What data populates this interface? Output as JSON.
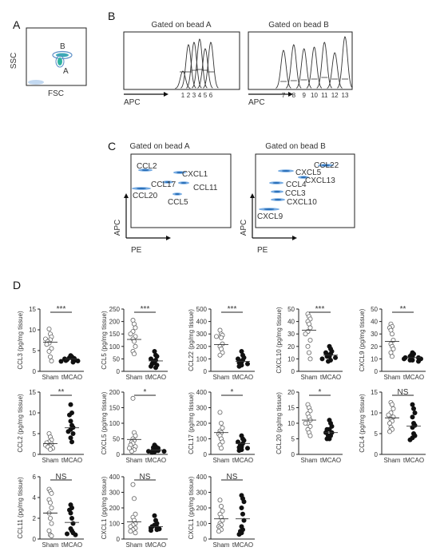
{
  "panels": {
    "A": {
      "label": "A",
      "ylabel": "SSC",
      "xlabel": "FSC",
      "bead_b": "B",
      "bead_a": "A"
    },
    "B": {
      "label": "B",
      "left_title": "Gated on bead A",
      "right_title": "Gated on bead B",
      "xlabel": "APC",
      "left_peaks": [
        "1",
        "2",
        "3",
        "4",
        "5",
        "6"
      ],
      "right_peaks": [
        "7",
        "8",
        "9",
        "10",
        "11",
        "12",
        "13"
      ]
    },
    "C": {
      "label": "C",
      "left_title": "Gated on bead A",
      "right_title": "Gated on bead B",
      "ylabel": "APC",
      "xlabel": "PE",
      "left_clusters": [
        "CCL2",
        "CXCL1",
        "CCL17",
        "CCL11",
        "CCL20",
        "CCL5"
      ],
      "right_clusters": [
        "CCL22",
        "CXCL5",
        "CXCL13",
        "CCL4",
        "CCL3",
        "CXCL10",
        "CXCL9"
      ]
    },
    "D": {
      "label": "D",
      "groups": [
        "Sham",
        "tMCAO"
      ]
    }
  },
  "chart_data": [
    {
      "type": "scatter",
      "ylabel": "CCL3 (pg/mg tissue)",
      "yticks": [
        0,
        5,
        10,
        15
      ],
      "ylim": [
        0,
        15
      ],
      "sig": "***",
      "sham": [
        10.2,
        9.0,
        8.3,
        7.8,
        7.6,
        7.2,
        6.8,
        6.5,
        5.5,
        4.8,
        3.5,
        2.5
      ],
      "tmcao": [
        3.8,
        3.5,
        3.3,
        3.1,
        3.0,
        2.9,
        2.8,
        2.7,
        2.6,
        2.5,
        2.4,
        2.2
      ],
      "median": [
        7.0,
        3.0
      ]
    },
    {
      "type": "scatter",
      "ylabel": "CCL5 (pg/mg tissue)",
      "yticks": [
        0,
        50,
        100,
        150,
        200,
        250
      ],
      "ylim": [
        0,
        250
      ],
      "sig": "***",
      "sham": [
        205,
        190,
        175,
        160,
        150,
        140,
        130,
        120,
        100,
        80,
        70
      ],
      "tmcao": [
        80,
        65,
        60,
        50,
        45,
        40,
        35,
        30,
        25,
        20,
        15
      ],
      "median": [
        128,
        42
      ]
    },
    {
      "type": "scatter",
      "ylabel": "CCL22 (pg/mg tissue)",
      "yticks": [
        0,
        100,
        200,
        300,
        400,
        500
      ],
      "ylim": [
        0,
        500
      ],
      "sig": "***",
      "sham": [
        330,
        300,
        290,
        280,
        270,
        220,
        200,
        180,
        150,
        130
      ],
      "tmcao": [
        160,
        130,
        110,
        100,
        90,
        80,
        75,
        70,
        60,
        50,
        40
      ],
      "median": [
        215,
        80
      ]
    },
    {
      "type": "scatter",
      "ylabel": "CXCL10 (pg/mg tissue)",
      "yticks": [
        0,
        10,
        20,
        30,
        40,
        50
      ],
      "ylim": [
        0,
        50
      ],
      "sig": "***",
      "sham": [
        46,
        44,
        42,
        40,
        38,
        35,
        32,
        30,
        25,
        20,
        15,
        10
      ],
      "tmcao": [
        20,
        18,
        16,
        15,
        14,
        13,
        12,
        12,
        11,
        10,
        9,
        8
      ],
      "median": [
        33,
        13
      ]
    },
    {
      "type": "scatter",
      "ylabel": "CXCL9 (pg/mg tissue)",
      "yticks": [
        0,
        10,
        20,
        30,
        40,
        50
      ],
      "ylim": [
        0,
        50
      ],
      "sig": "**",
      "sham": [
        38,
        36,
        35,
        33,
        30,
        25,
        22,
        20,
        18,
        15,
        12
      ],
      "tmcao": [
        15,
        14,
        13,
        12,
        12,
        11,
        11,
        10,
        10,
        9,
        9,
        8
      ],
      "median": [
        24,
        11
      ]
    },
    {
      "type": "scatter",
      "ylabel": "CCL2 (pg/mg tissue)",
      "yticks": [
        0,
        5,
        10,
        15
      ],
      "ylim": [
        0,
        15
      ],
      "sig": "**",
      "sham": [
        5.0,
        4.2,
        3.5,
        3.0,
        2.8,
        2.5,
        2.2,
        2.0,
        1.8,
        1.5,
        1.2
      ],
      "tmcao": [
        12.0,
        10.0,
        9.5,
        8.0,
        7.0,
        6.5,
        6.0,
        5.5,
        5.0,
        4.0,
        3.0
      ],
      "median": [
        2.6,
        6.4
      ]
    },
    {
      "type": "scatter",
      "ylabel": "CXCL5 (pg/mg tissue)",
      "yticks": [
        0,
        50,
        100,
        150,
        200
      ],
      "ylim": [
        0,
        200
      ],
      "sig": "*",
      "sham": [
        180,
        70,
        60,
        50,
        45,
        40,
        35,
        30,
        25,
        20,
        15,
        10
      ],
      "tmcao": [
        30,
        25,
        22,
        20,
        18,
        15,
        12,
        10,
        10,
        8,
        6
      ],
      "median": [
        48,
        14
      ]
    },
    {
      "type": "scatter",
      "ylabel": "CCL17 (pg/mg tissue)",
      "yticks": [
        0,
        100,
        200,
        300,
        400
      ],
      "ylim": [
        0,
        400
      ],
      "sig": "*",
      "sham": [
        270,
        200,
        170,
        150,
        140,
        130,
        120,
        100,
        80,
        60,
        40
      ],
      "tmcao": [
        120,
        100,
        90,
        80,
        70,
        60,
        50,
        45,
        40,
        30,
        25
      ],
      "median": [
        140,
        70
      ]
    },
    {
      "type": "scatter",
      "ylabel": "CCL20 (pg/mg tissue)",
      "yticks": [
        0,
        5,
        10,
        15,
        20
      ],
      "ylim": [
        0,
        20
      ],
      "sig": "*",
      "sham": [
        16,
        15,
        14,
        13,
        12,
        11,
        10,
        10,
        9,
        8,
        7,
        6
      ],
      "tmcao": [
        11,
        10,
        9,
        8,
        8,
        7,
        7,
        6,
        6,
        5,
        5
      ],
      "median": [
        11,
        7
      ]
    },
    {
      "type": "scatter",
      "ylabel": "CCL4 (pg/mg tissue)",
      "yticks": [
        0,
        5,
        10,
        15
      ],
      "ylim": [
        0,
        15
      ],
      "sig": "NS",
      "sham": [
        12.5,
        12.0,
        11.0,
        10.0,
        9.5,
        9.0,
        8.5,
        8.0,
        7.5,
        6.5,
        6.0,
        5.5
      ],
      "tmcao": [
        12.0,
        11.0,
        10.0,
        9.0,
        7.5,
        7.0,
        6.5,
        5.0,
        4.5,
        4.0,
        3.5
      ],
      "median": [
        8.8,
        6.8
      ]
    },
    {
      "type": "scatter",
      "ylabel": "CCL11 (pg/mg tissue)",
      "yticks": [
        0,
        2,
        4,
        6
      ],
      "ylim": [
        0,
        6
      ],
      "sig": "NS",
      "sham": [
        4.8,
        4.6,
        4.4,
        3.8,
        3.5,
        3.0,
        2.5,
        2.0,
        1.5,
        0.8,
        0.4,
        0.3
      ],
      "tmcao": [
        3.3,
        3.0,
        2.8,
        2.5,
        2.0,
        1.5,
        1.0,
        0.8,
        0.6,
        0.5,
        0.4
      ],
      "median": [
        2.5,
        1.6
      ]
    },
    {
      "type": "scatter",
      "ylabel": "CXCL1 (pg/mg tissue)",
      "yticks": [
        0,
        100,
        200,
        300,
        400
      ],
      "ylim": [
        0,
        400
      ],
      "sig": "NS",
      "sham": [
        350,
        260,
        160,
        140,
        120,
        100,
        90,
        80,
        70,
        60,
        50,
        40
      ],
      "tmcao": [
        150,
        120,
        100,
        90,
        80,
        75,
        70,
        65,
        60,
        55
      ],
      "median": [
        110,
        80
      ]
    },
    {
      "type": "scatter",
      "ylabel": "CXCL1 (pg/mg tissue)",
      "yticks": [
        0,
        100,
        200,
        300,
        400
      ],
      "ylim": [
        0,
        400
      ],
      "sig": "NS",
      "sham": [
        250,
        210,
        180,
        160,
        140,
        120,
        100,
        90,
        80,
        70,
        60,
        50
      ],
      "tmcao": [
        280,
        260,
        240,
        200,
        160,
        120,
        80,
        60,
        50,
        40,
        30
      ],
      "median": [
        130,
        130
      ]
    }
  ]
}
